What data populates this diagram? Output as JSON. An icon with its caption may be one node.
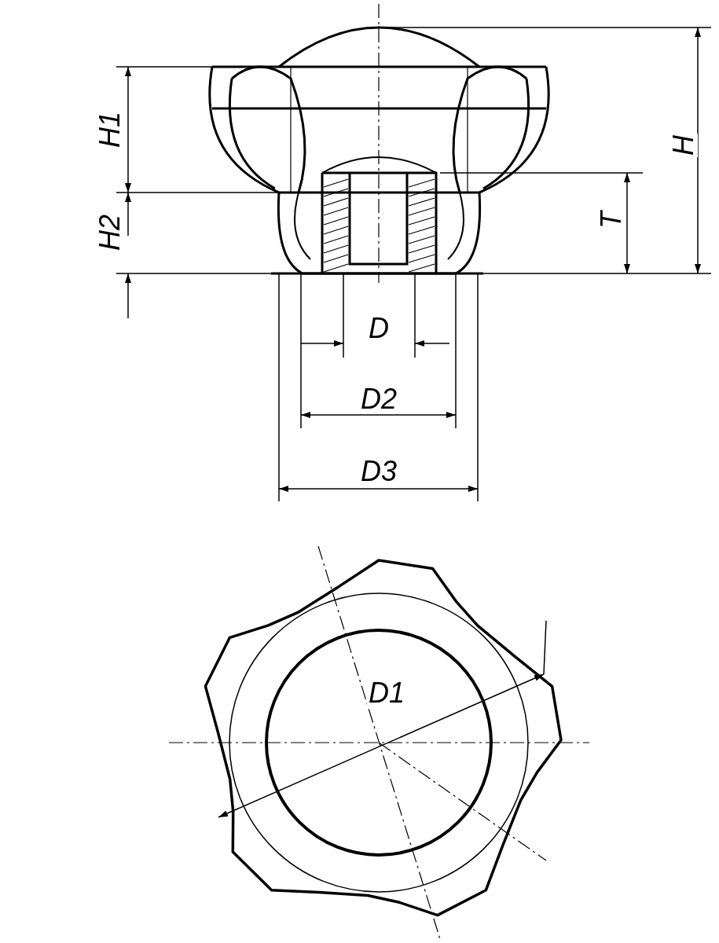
{
  "diagram": {
    "labels": [
      "H1",
      "H",
      "H2",
      "T",
      "D",
      "D2",
      "D3",
      "D1"
    ]
  }
}
